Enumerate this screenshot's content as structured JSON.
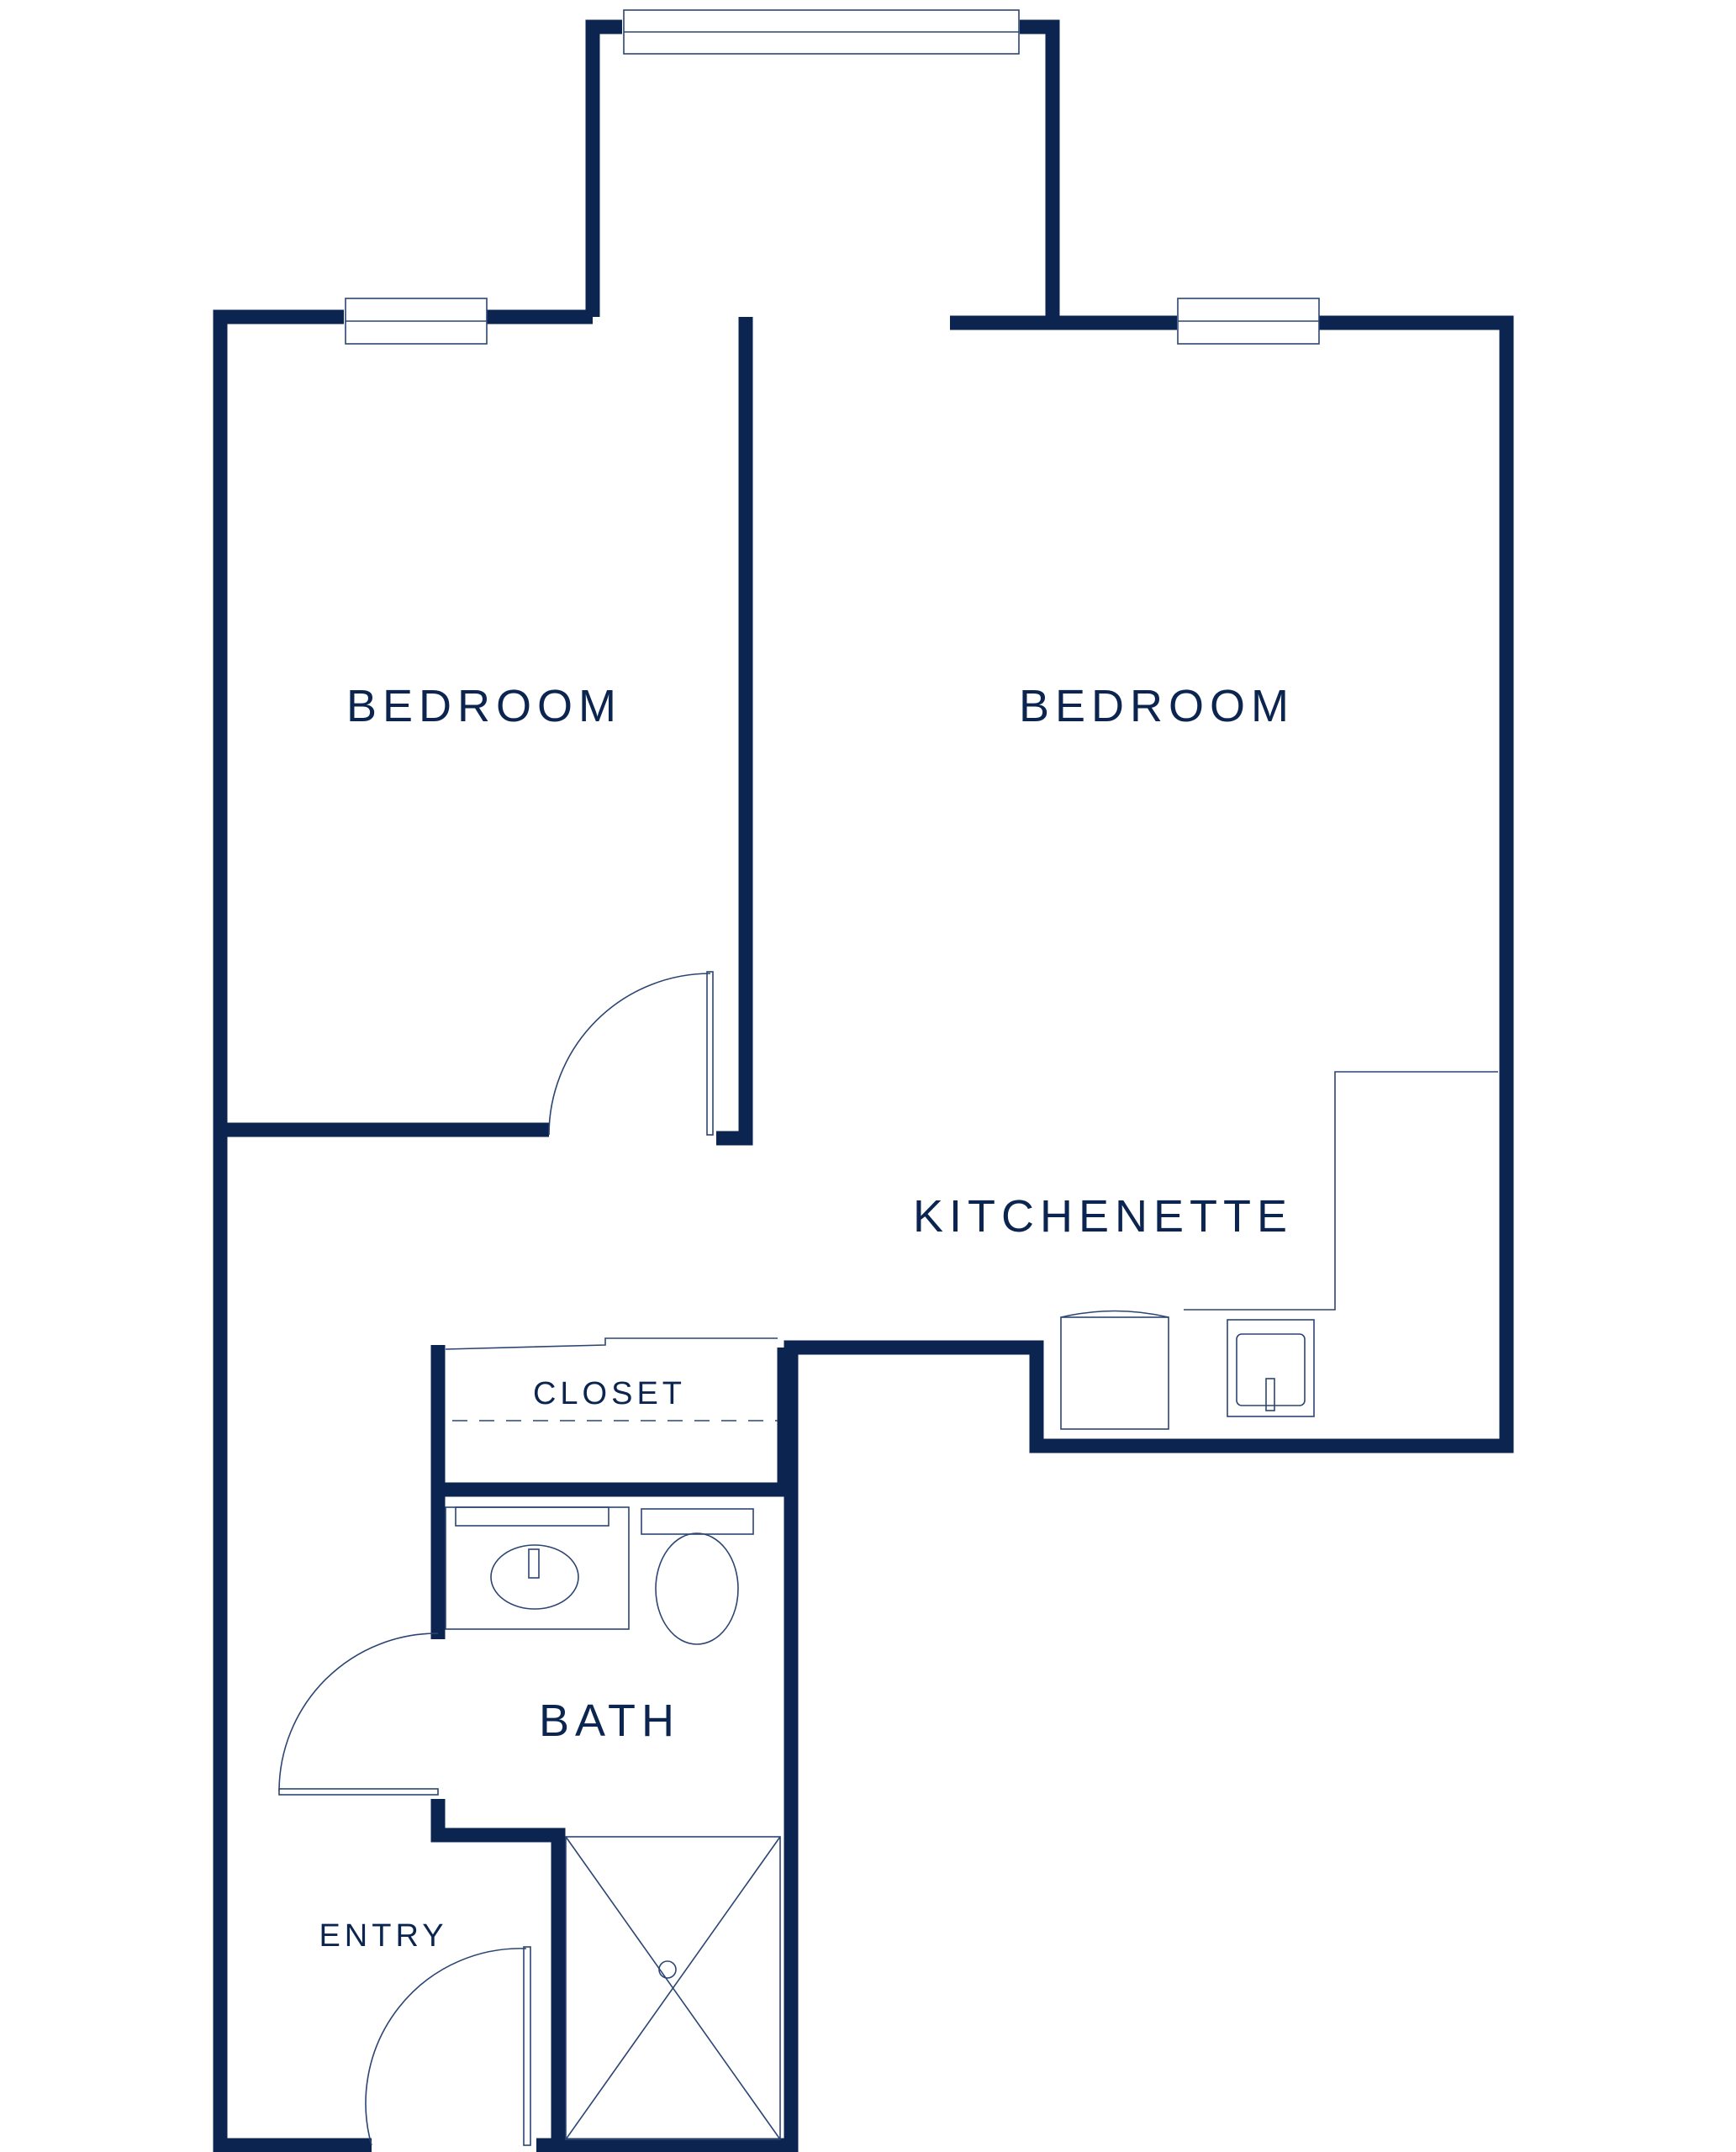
{
  "rooms": {
    "bedroom_left": "BEDROOM",
    "bedroom_right": "BEDROOM",
    "kitchenette": "KITCHENETTE",
    "closet": "CLOSET",
    "bath": "BATH",
    "entry": "ENTRY"
  },
  "colors": {
    "wall": "#0b2550",
    "fixture_line": "#2c4573",
    "background": "#ffffff"
  }
}
